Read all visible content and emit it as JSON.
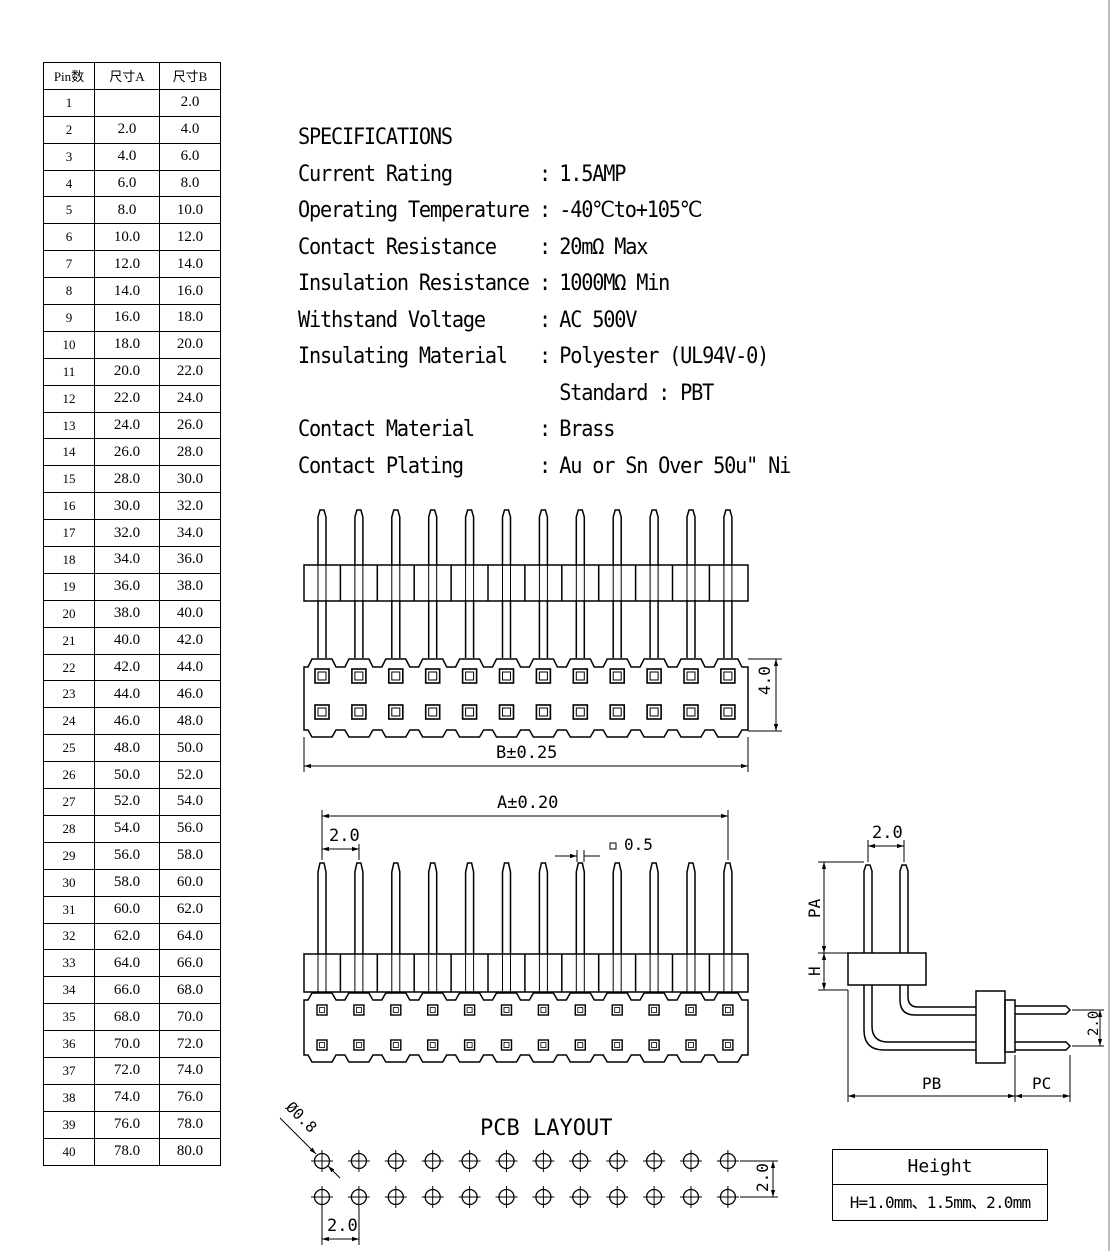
{
  "table": {
    "headers": [
      "Pin数",
      "尺寸A",
      "尺寸B"
    ],
    "rows": [
      [
        "1",
        "",
        "2.0"
      ],
      [
        "2",
        "2.0",
        "4.0"
      ],
      [
        "3",
        "4.0",
        "6.0"
      ],
      [
        "4",
        "6.0",
        "8.0"
      ],
      [
        "5",
        "8.0",
        "10.0"
      ],
      [
        "6",
        "10.0",
        "12.0"
      ],
      [
        "7",
        "12.0",
        "14.0"
      ],
      [
        "8",
        "14.0",
        "16.0"
      ],
      [
        "9",
        "16.0",
        "18.0"
      ],
      [
        "10",
        "18.0",
        "20.0"
      ],
      [
        "11",
        "20.0",
        "22.0"
      ],
      [
        "12",
        "22.0",
        "24.0"
      ],
      [
        "13",
        "24.0",
        "26.0"
      ],
      [
        "14",
        "26.0",
        "28.0"
      ],
      [
        "15",
        "28.0",
        "30.0"
      ],
      [
        "16",
        "30.0",
        "32.0"
      ],
      [
        "17",
        "32.0",
        "34.0"
      ],
      [
        "18",
        "34.0",
        "36.0"
      ],
      [
        "19",
        "36.0",
        "38.0"
      ],
      [
        "20",
        "38.0",
        "40.0"
      ],
      [
        "21",
        "40.0",
        "42.0"
      ],
      [
        "22",
        "42.0",
        "44.0"
      ],
      [
        "23",
        "44.0",
        "46.0"
      ],
      [
        "24",
        "46.0",
        "48.0"
      ],
      [
        "25",
        "48.0",
        "50.0"
      ],
      [
        "26",
        "50.0",
        "52.0"
      ],
      [
        "27",
        "52.0",
        "54.0"
      ],
      [
        "28",
        "54.0",
        "56.0"
      ],
      [
        "29",
        "56.0",
        "58.0"
      ],
      [
        "30",
        "58.0",
        "60.0"
      ],
      [
        "31",
        "60.0",
        "62.0"
      ],
      [
        "32",
        "62.0",
        "64.0"
      ],
      [
        "33",
        "64.0",
        "66.0"
      ],
      [
        "34",
        "66.0",
        "68.0"
      ],
      [
        "35",
        "68.0",
        "70.0"
      ],
      [
        "36",
        "70.0",
        "72.0"
      ],
      [
        "37",
        "72.0",
        "74.0"
      ],
      [
        "38",
        "74.0",
        "76.0"
      ],
      [
        "39",
        "76.0",
        "78.0"
      ],
      [
        "40",
        "78.0",
        "80.0"
      ]
    ]
  },
  "specs": {
    "title": "SPECIFICATIONS",
    "items": [
      {
        "label": "Current Rating",
        "value": "1.5AMP"
      },
      {
        "label": "Operating Temperature",
        "value": "-40℃to+105℃"
      },
      {
        "label": "Contact Resistance",
        "value": "20mΩ Max"
      },
      {
        "label": "Insulation Resistance",
        "value": "1000MΩ Min"
      },
      {
        "label": "Withstand Voltage",
        "value": "AC 500V"
      },
      {
        "label": "Insulating Material",
        "value": "Polyester (UL94V-0)"
      },
      {
        "label": "",
        "value": "Standard : PBT"
      },
      {
        "label": "Contact Material",
        "value": "Brass"
      },
      {
        "label": "Contact Plating",
        "value": "Au or Sn Over 50u\" Ni"
      }
    ],
    "separator": ":"
  },
  "dimensions": {
    "b_tolerance": "B±0.25",
    "a_tolerance": "A±0.20",
    "row_spacing": "4.0",
    "pitch": "2.0",
    "pin_square": "0.5",
    "pa": "PA",
    "h": "H",
    "pb": "PB",
    "pc": "PC",
    "side_pitch": "2.0",
    "side_gap": "2.0"
  },
  "pcb": {
    "title": "PCB LAYOUT",
    "hole": "Ø0.8",
    "pitch_x": "2.0",
    "pitch_y": "2.0"
  },
  "height_box": {
    "header": "Height",
    "value": "H=1.0mm、1.5mm、2.0mm"
  }
}
